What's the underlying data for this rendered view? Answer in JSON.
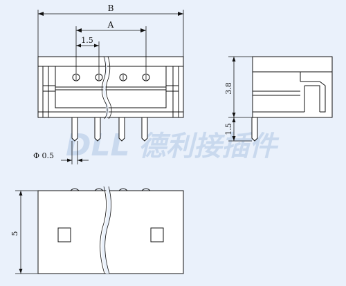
{
  "dimensions": {
    "b": "B",
    "a": "A",
    "pitch": "1.5",
    "height": "3.8",
    "pin_length": "1.5",
    "pin_diameter": "Φ 0.5",
    "depth": "5"
  },
  "watermark": {
    "brand": "DLL",
    "chinese": "德利接插件",
    "color": "#c9d9ee"
  },
  "colors": {
    "background": "#eaf1fb",
    "line": "#111111",
    "body_fill": "#ffffff"
  }
}
